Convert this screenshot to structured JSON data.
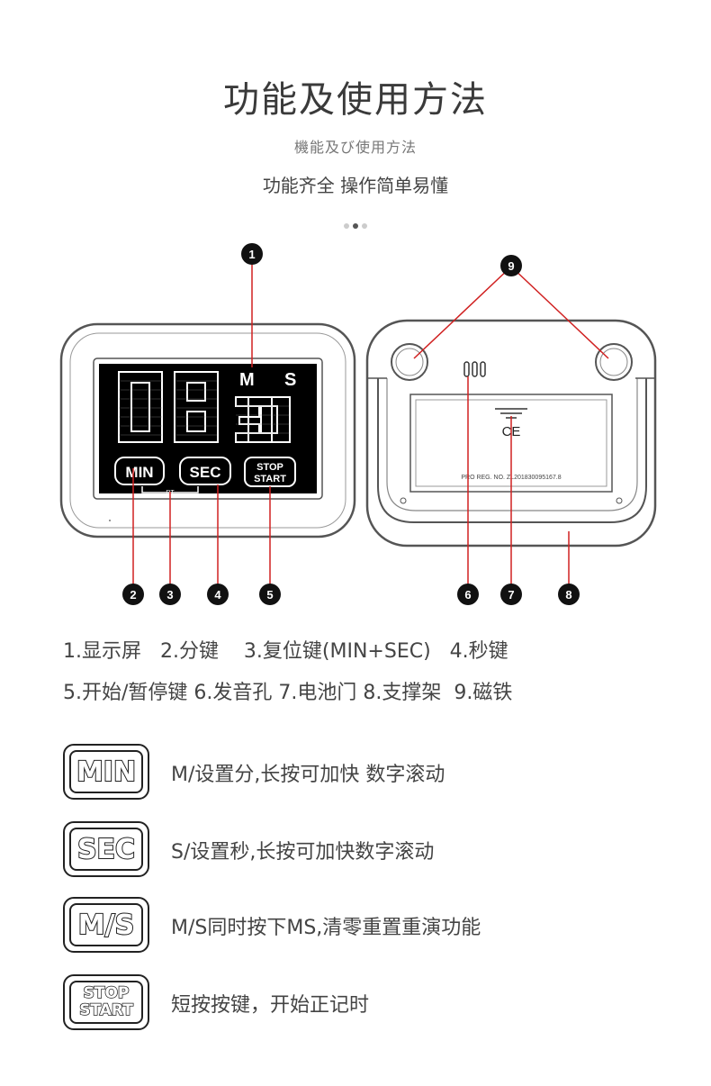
{
  "header": {
    "title": "功能及使用方法",
    "subtitle": "機能及び使用方法",
    "tagline": "功能齐全 操作简单易懂"
  },
  "carousel": {
    "count": 3,
    "active": 1
  },
  "device": {
    "display_digits": "08 30",
    "display_m": "M",
    "display_s": "S",
    "btn_min": "MIN",
    "btn_sec": "SEC",
    "btn_stop": "STOP",
    "btn_start": "START",
    "rt_label": "RT",
    "ce_mark": "CE",
    "reg_text": "PRO REG. NO. ZL201830095167.8",
    "callouts": [
      "1",
      "2",
      "3",
      "4",
      "5",
      "6",
      "7",
      "8",
      "9"
    ]
  },
  "legend": {
    "line1": "1.显示屏   2.分键    3.复位键(MIN+SEC)   4.秒键",
    "line2": "5.开始/暂停键 6.发音孔 7.电池门 8.支撑架  9.磁铁"
  },
  "instructions": [
    {
      "key": "MIN",
      "desc": "M/设置分,长按可加快 数字滚动"
    },
    {
      "key": "SEC",
      "desc": "S/设置秒,长按可加快数字滚动"
    },
    {
      "key": "M/S",
      "desc": "M/S同时按下MS,清零重置重演功能"
    },
    {
      "key_top": "STOP",
      "key_bottom": "START",
      "desc": "短按按键，开始正记时"
    }
  ]
}
